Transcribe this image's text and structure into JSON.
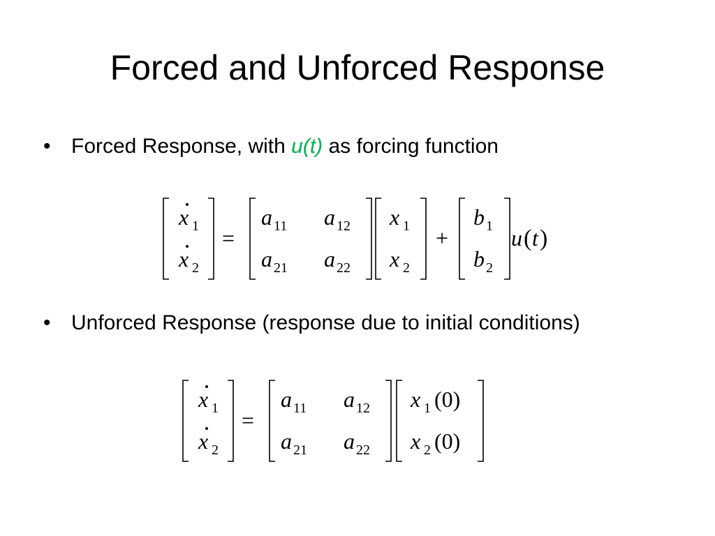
{
  "slide": {
    "title": "Forced and Unforced Response",
    "accent_color": "#00b050"
  },
  "bullets": [
    {
      "prefix": "Forced Response, with ",
      "highlight": "u(t)",
      "suffix": " as forcing function"
    },
    {
      "text": "Unforced Response (response due to initial conditions)"
    }
  ],
  "equation_forced": {
    "lhs": [
      {
        "base": "x",
        "sub": "1",
        "dot": true
      },
      {
        "base": "x",
        "sub": "2",
        "dot": true
      }
    ],
    "equals": "=",
    "matrix": [
      [
        {
          "base": "a",
          "sub": "11"
        },
        {
          "base": "a",
          "sub": "12"
        }
      ],
      [
        {
          "base": "a",
          "sub": "21"
        },
        {
          "base": "a",
          "sub": "22"
        }
      ]
    ],
    "state": [
      {
        "base": "x",
        "sub": "1"
      },
      {
        "base": "x",
        "sub": "2"
      }
    ],
    "plus": "+",
    "input_vector": [
      {
        "base": "b",
        "sub": "1"
      },
      {
        "base": "b",
        "sub": "2"
      }
    ],
    "input": {
      "u": "u",
      "lparen": "(",
      "t": "t",
      "rparen": ")"
    }
  },
  "equation_unforced": {
    "lhs": [
      {
        "base": "x",
        "sub": "1",
        "dot": true
      },
      {
        "base": "x",
        "sub": "2",
        "dot": true
      }
    ],
    "equals": "=",
    "matrix": [
      [
        {
          "base": "a",
          "sub": "11"
        },
        {
          "base": "a",
          "sub": "12"
        }
      ],
      [
        {
          "base": "a",
          "sub": "21"
        },
        {
          "base": "a",
          "sub": "22"
        }
      ]
    ],
    "initial_state": [
      {
        "base": "x",
        "sub": "1",
        "arg": "(0)"
      },
      {
        "base": "x",
        "sub": "2",
        "arg": "(0)"
      }
    ]
  }
}
